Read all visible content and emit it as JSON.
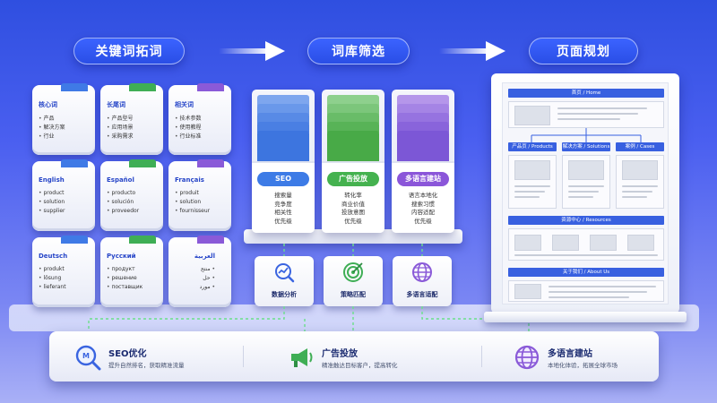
{
  "steps": {
    "keyword": "关键词拓词",
    "filter": "词库筛选",
    "page": "页面规划"
  },
  "keyword_cards": [
    {
      "title": "核心词",
      "items": [
        "产品",
        "解决方案",
        "行业"
      ],
      "tab_color": "#3f7ae6"
    },
    {
      "title": "长尾词",
      "items": [
        "产品型号",
        "应用场景",
        "采购需求"
      ],
      "tab_color": "#3f7ae6"
    },
    {
      "title": "相关词",
      "items": [
        "技术参数",
        "使用教程",
        "行业标准"
      ],
      "tab_color": "#3f7ae6"
    },
    {
      "title": "English",
      "items": [
        "product",
        "solution",
        "supplier"
      ],
      "tab_color": "#3f7ae6"
    },
    {
      "title": "Español",
      "items": [
        "producto",
        "solución",
        "proveedor"
      ],
      "tab_color": "#3fae55"
    },
    {
      "title": "Français",
      "items": [
        "produit",
        "solution",
        "fournisseur"
      ],
      "tab_color": "#8a5ad8"
    },
    {
      "title": "Deutsch",
      "items": [
        "produkt",
        "lösung",
        "lieferant"
      ],
      "tab_color": "#3f7ae6"
    },
    {
      "title": "Русский",
      "items": [
        "продукт",
        "решение",
        "поставщик"
      ],
      "tab_color": "#3fae55"
    },
    {
      "title": "العربية",
      "items": [
        "منتج",
        "حل",
        "مورد"
      ],
      "tab_color": "#8a5ad8"
    }
  ],
  "filter_boxes": [
    {
      "label": "SEO",
      "items": [
        "搜索量",
        "竞争度",
        "相关性",
        "优先级"
      ],
      "color": "#3d7be6"
    },
    {
      "label": "广告投放",
      "items": [
        "转化率",
        "商业价值",
        "投放意图",
        "优先级"
      ],
      "color": "#45b24f"
    },
    {
      "label": "多语言建站",
      "items": [
        "语言本地化",
        "搜索习惯",
        "内容适配",
        "优先级"
      ],
      "color": "#8b56d9"
    }
  ],
  "tools": [
    {
      "label": "数据分析",
      "icon": "chart-magnifier-icon"
    },
    {
      "label": "策略匹配",
      "icon": "target-icon"
    },
    {
      "label": "多语言适配",
      "icon": "globe-icon"
    }
  ],
  "platform": [
    {
      "title": "SEO优化",
      "sub": "提升自然排名，获取精准流量",
      "icon": "seo-magnifier-icon"
    },
    {
      "title": "广告投放",
      "sub": "精准触达目标客户，提高转化",
      "icon": "megaphone-icon"
    },
    {
      "title": "多语言建站",
      "sub": "本地化体验，拓展全球市场",
      "icon": "globe-icon"
    }
  ],
  "board": {
    "home": "首页 / Home",
    "products": "产品页 / Products",
    "solutions": "解决方案 / Solutions",
    "cases": "案例 / Cases",
    "resources": "资源中心 / Resources",
    "about": "关于我们 / About Us"
  },
  "colors": {
    "primary": "#2a4ee6",
    "seo_blue": "#3d7be6",
    "ads_green": "#45b24f",
    "ml_purple": "#8b56d9"
  }
}
